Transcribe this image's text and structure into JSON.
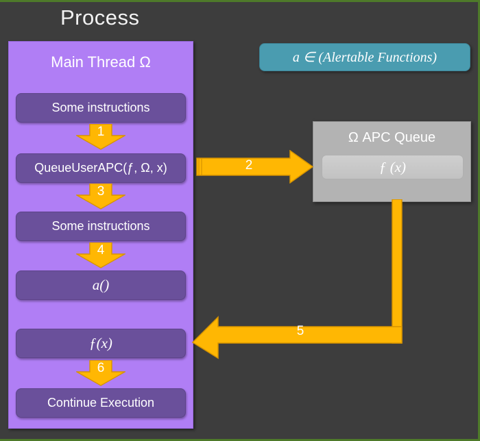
{
  "diagram": {
    "title": "Process",
    "colors": {
      "background": "#3d3d3d",
      "frame_border": "#4e7a2a",
      "thread_fill": "#b07ef5",
      "step_fill": "#6a509b",
      "arrow_fill": "#FFB703",
      "legend_fill": "#4a9cb0",
      "queue_fill": "#b3b3b3"
    }
  },
  "thread": {
    "title": "Main Thread Ω",
    "steps": [
      {
        "label": "Some instructions",
        "style": "text"
      },
      {
        "label": "QueueUserAPC(ƒ, Ω, x)",
        "style": "text"
      },
      {
        "label": "Some instructions",
        "style": "text"
      },
      {
        "label": "a()",
        "style": "math"
      },
      {
        "label": "ƒ(x)",
        "style": "math"
      },
      {
        "label": "Continue Execution",
        "style": "text"
      }
    ]
  },
  "legend": {
    "label": "a ∈ (Alertable Functions)"
  },
  "queue": {
    "title": "Ω APC Queue",
    "item": "ƒ (x)"
  },
  "arrows": {
    "step_1": "1",
    "step_2": "2",
    "step_3": "3",
    "step_4": "4",
    "step_5": "5",
    "step_6": "6"
  }
}
